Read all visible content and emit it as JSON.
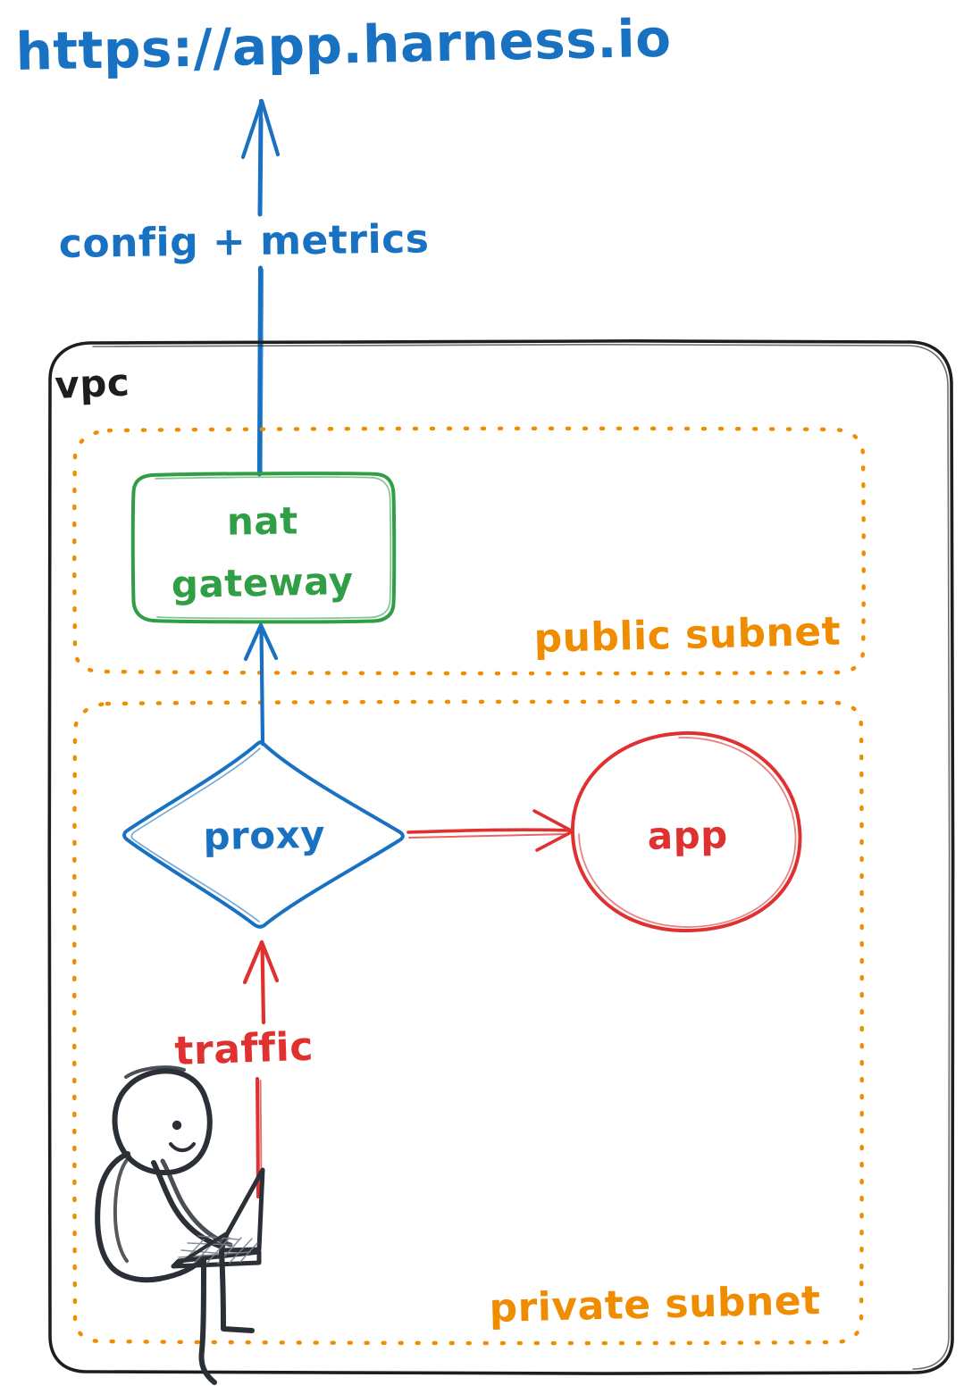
{
  "diagram": {
    "title_text": "https://app.harness.io",
    "style": "hand-drawn whiteboard sketch",
    "colors": {
      "blue": "#1971c2",
      "green": "#2f9e44",
      "red": "#e03131",
      "orange": "#f08c00",
      "ink": "#1e1e1e",
      "background": "#ffffff"
    },
    "external": {
      "endpoint_label": "https://app.harness.io",
      "flow_label": "config + metrics"
    },
    "vpc": {
      "label": "vpc"
    },
    "public_subnet": {
      "label": "public subnet",
      "nodes": [
        {
          "id": "nat-gateway",
          "label_line1": "nat",
          "label_line2": "gateway",
          "shape": "rounded-rect",
          "color": "#2f9e44"
        }
      ]
    },
    "private_subnet": {
      "label": "private subnet",
      "nodes": [
        {
          "id": "proxy",
          "label": "proxy",
          "shape": "diamond",
          "color": "#1971c2"
        },
        {
          "id": "app",
          "label": "app",
          "shape": "ellipse",
          "color": "#e03131"
        }
      ],
      "actor": {
        "id": "user",
        "label": "",
        "shape": "stick-figure-with-laptop",
        "color": "#1e1e1e"
      },
      "flow_label": "traffic"
    },
    "edges": [
      {
        "from": "nat-gateway",
        "to": "https://app.harness.io",
        "label": "config + metrics",
        "color": "#1971c2"
      },
      {
        "from": "proxy",
        "to": "nat-gateway",
        "label": "",
        "color": "#1971c2"
      },
      {
        "from": "proxy",
        "to": "app",
        "label": "",
        "color": "#e03131"
      },
      {
        "from": "user",
        "to": "proxy",
        "label": "traffic",
        "color": "#e03131"
      }
    ]
  }
}
